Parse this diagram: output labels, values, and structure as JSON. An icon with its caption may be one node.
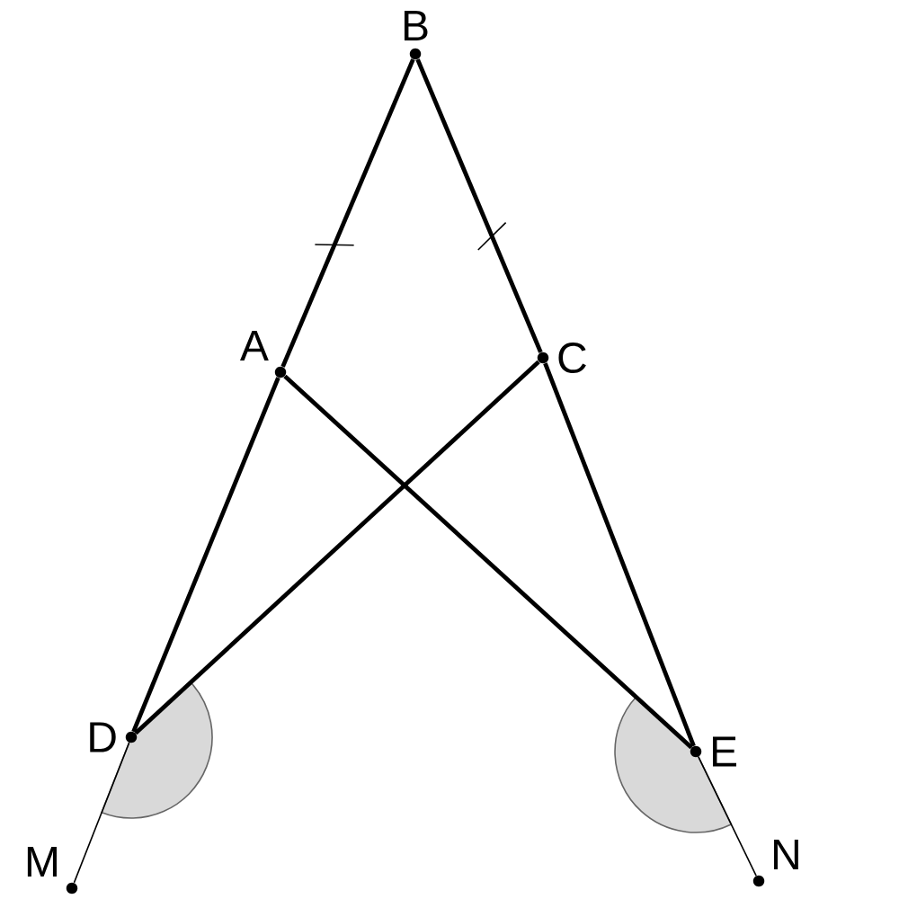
{
  "diagram": {
    "nodes": [
      {
        "text": [
          "B"
        ]
      },
      {
        "text": [
          "A"
        ]
      },
      {
        "text": [
          "C"
        ]
      },
      {
        "text": [
          "D"
        ]
      },
      {
        "text": [
          "E"
        ]
      },
      {
        "text": [
          "M"
        ]
      },
      {
        "text": [
          "N"
        ]
      }
    ],
    "edges": [
      {
        "from": 0,
        "to": 1,
        "arrow": "none"
      },
      {
        "from": 1,
        "to": 3,
        "arrow": "none"
      },
      {
        "from": 0,
        "to": 2,
        "arrow": "none"
      },
      {
        "from": 2,
        "to": 4,
        "arrow": "none"
      },
      {
        "from": 1,
        "to": 4,
        "arrow": "none"
      },
      {
        "from": 2,
        "to": 3,
        "arrow": "none"
      },
      {
        "from": 3,
        "to": 5,
        "arrow": "none"
      },
      {
        "from": 4,
        "to": 6,
        "arrow": "none"
      }
    ]
  }
}
